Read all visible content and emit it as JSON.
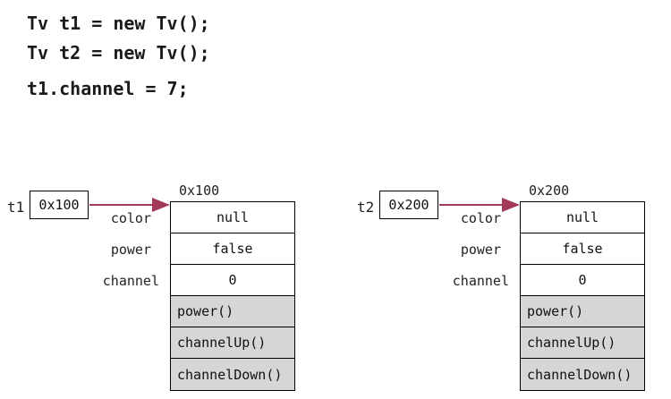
{
  "code": [
    "Tv t1 = new Tv();",
    "Tv t2 = new Tv();",
    "t1.channel = 7;"
  ],
  "colors": {
    "arrow": "#a33a5a",
    "method_bg": "#d6d6d6"
  },
  "instances": [
    {
      "var": "t1",
      "ref_value": "0x100",
      "address": "0x100",
      "fields": [
        {
          "name": "color",
          "value": "null"
        },
        {
          "name": "power",
          "value": "false"
        },
        {
          "name": "channel",
          "value": "0"
        }
      ],
      "methods": [
        "power()",
        "channelUp()",
        "channelDown()"
      ]
    },
    {
      "var": "t2",
      "ref_value": "0x200",
      "address": "0x200",
      "fields": [
        {
          "name": "color",
          "value": "null"
        },
        {
          "name": "power",
          "value": "false"
        },
        {
          "name": "channel",
          "value": "0"
        }
      ],
      "methods": [
        "power()",
        "channelUp()",
        "channelDown()"
      ]
    }
  ]
}
